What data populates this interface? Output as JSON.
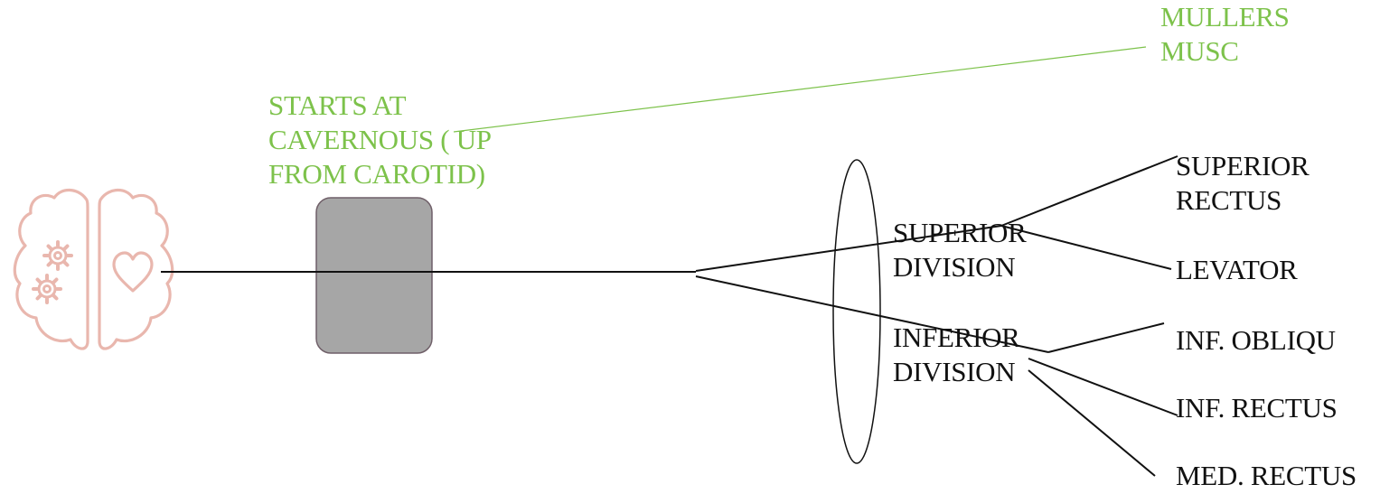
{
  "annotations": {
    "origin": [
      "STARTS AT",
      "CAVERNOUS ( UP",
      "FROM CAROTID)"
    ],
    "sympathetic": [
      "MULLERS",
      "MUSC"
    ]
  },
  "divisions": {
    "superior": [
      "SUPERIOR",
      "DIVISION"
    ],
    "inferior": [
      "INFERIOR",
      "DIVISION"
    ]
  },
  "muscles": {
    "superior_rectus": [
      "SUPERIOR",
      "RECTUS"
    ],
    "levator": "LEVATOR",
    "inferior_oblique": "INF. OBLIQU",
    "inferior_rectus": "INF. RECTUS",
    "medial_rectus": "MED. RECTUS"
  },
  "icons": {
    "brain": "brain-icon",
    "gear": "gear-icon",
    "heart": "heart-icon"
  },
  "colors": {
    "annotation": "#7dc24b",
    "line": "#111111",
    "brain": "#e9b7ae",
    "sinus_fill": "#a6a6a6",
    "sinus_stroke": "#6f5f68"
  }
}
